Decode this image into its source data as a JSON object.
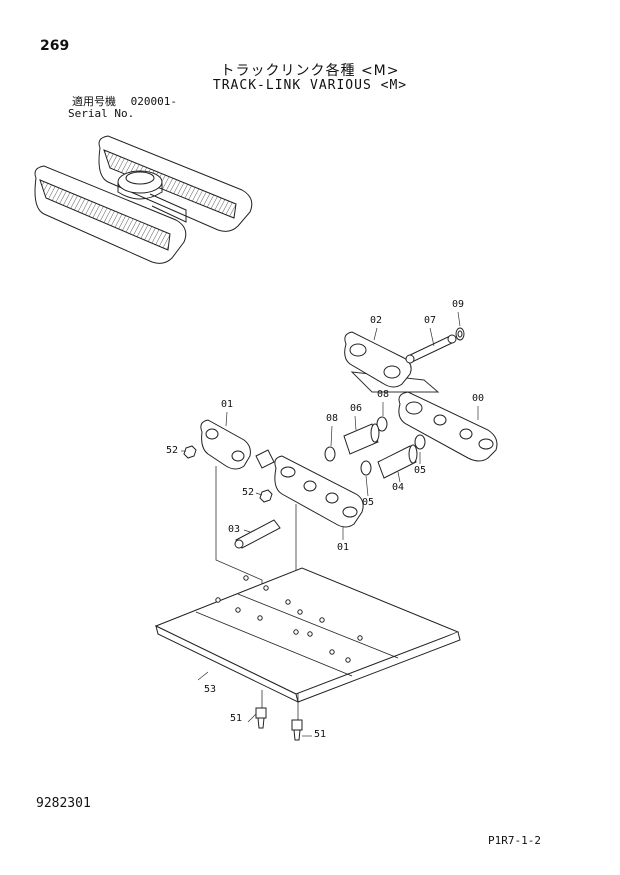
{
  "header": {
    "page_number": "269",
    "title_jp": "トラックリンク各種 <M>",
    "title_en": "TRACK-LINK VARIOUS <M>",
    "serial_label_jp": "適用号機",
    "serial_range": "020001-",
    "serial_label_en": "Serial No."
  },
  "callouts": {
    "p09": "09",
    "p02": "02",
    "p07": "07",
    "p08a": "08",
    "p00": "00",
    "p01a": "01",
    "p06": "06",
    "p08b": "08",
    "p52a": "52",
    "p05a": "05",
    "p04": "04",
    "p52b": "52",
    "p05b": "05",
    "p03": "03",
    "p01b": "01",
    "p53": "53",
    "p51a": "51",
    "p51b": "51"
  },
  "footer": {
    "doc_number": "9282301",
    "page_code": "P1R7-1-2"
  }
}
